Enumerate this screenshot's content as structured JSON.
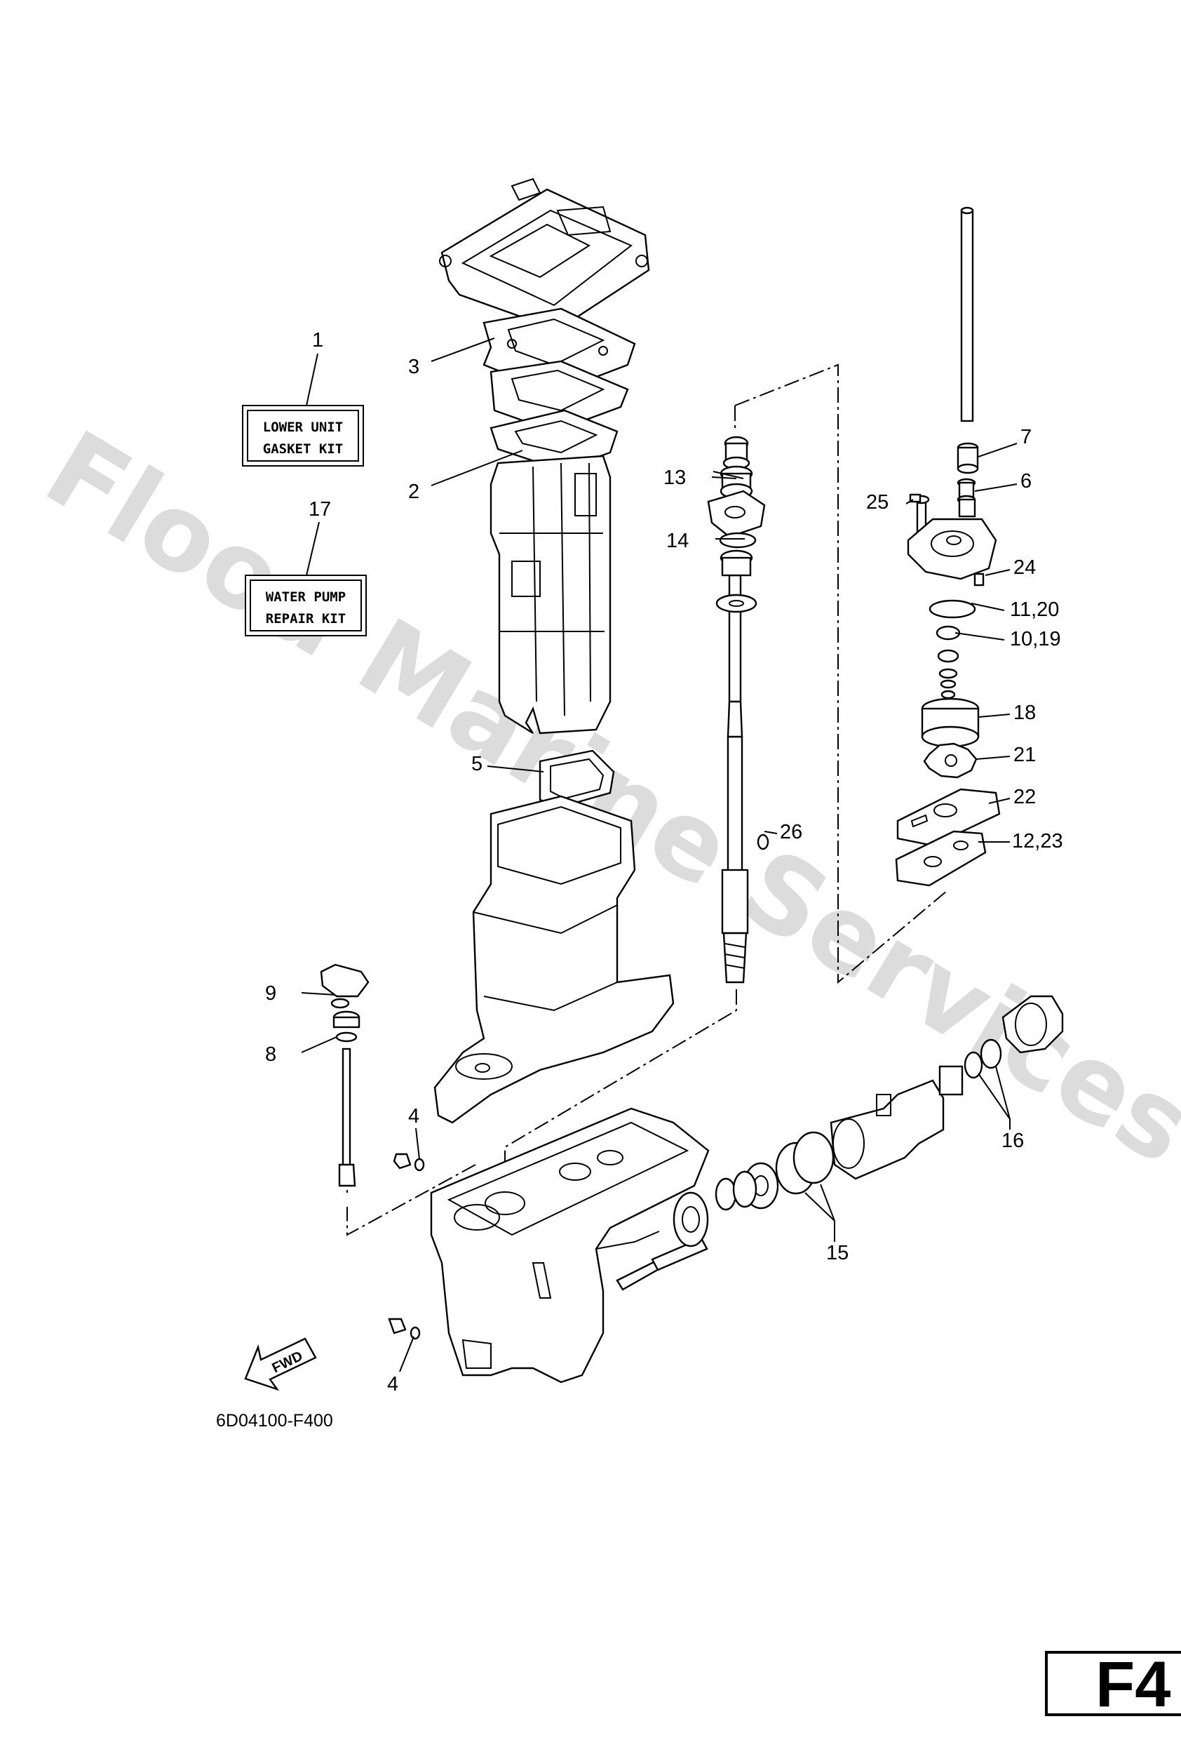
{
  "watermark": "Flood Marine Services",
  "drawing_code": "6D04100-F400",
  "page_tag": "F4",
  "fwd_label": "FWD",
  "kits": {
    "lower_unit": {
      "ref": "1",
      "line1": "LOWER UNIT",
      "line2": "GASKET KIT"
    },
    "water_pump": {
      "ref": "17",
      "line1": "WATER PUMP",
      "line2": "REPAIR KIT"
    }
  },
  "callouts": {
    "c2": "2",
    "c3": "3",
    "c4a": "4",
    "c4b": "4",
    "c5": "5",
    "c6": "6",
    "c7": "7",
    "c8": "8",
    "c9": "9",
    "c10_19": "10,19",
    "c11_20": "11,20",
    "c12_23": "12,23",
    "c13": "13",
    "c14": "14",
    "c15": "15",
    "c16": "16",
    "c18": "18",
    "c21": "21",
    "c22": "22",
    "c24": "24",
    "c25": "25",
    "c26": "26"
  }
}
